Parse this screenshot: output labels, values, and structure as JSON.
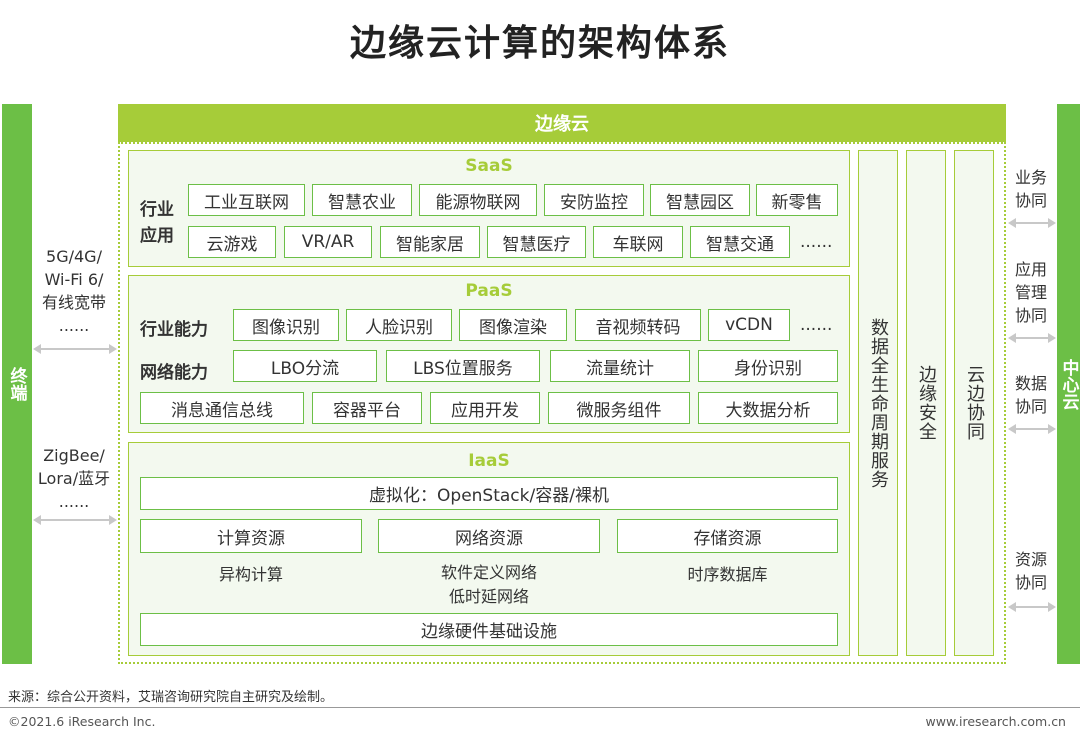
{
  "title": "边缘云计算的架构体系",
  "terminal": {
    "label": "终端",
    "group1": [
      "5G/4G/",
      "Wi-Fi 6/",
      "有线宽带",
      "......"
    ],
    "group2": [
      "ZigBee/",
      "Lora/蓝牙",
      "......"
    ]
  },
  "center_cloud": {
    "label": "中心云",
    "links": [
      [
        "业务",
        "协同"
      ],
      [
        "应用",
        "管理",
        "协同"
      ],
      [
        "数据",
        "协同"
      ],
      [
        "资源",
        "协同"
      ]
    ]
  },
  "edge": {
    "header": "边缘云",
    "saas": {
      "title": "SaaS",
      "row_label": [
        "行业",
        "应用"
      ],
      "row1": [
        "工业互联网",
        "智慧农业",
        "能源物联网",
        "安防监控",
        "智慧园区",
        "新零售"
      ],
      "row2": [
        "云游戏",
        "VR/AR",
        "智能家居",
        "智慧医疗",
        "车联网",
        "智慧交通"
      ],
      "more": "......"
    },
    "paas": {
      "title": "PaaS",
      "row1_label": "行业能力",
      "row1": [
        "图像识别",
        "人脸识别",
        "图像渲染",
        "音视频转码",
        "vCDN"
      ],
      "more": "......",
      "row2_label": "网络能力",
      "row2": [
        "LBO分流",
        "LBS位置服务",
        "流量统计",
        "身份识别"
      ],
      "row3": [
        "消息通信总线",
        "容器平台",
        "应用开发",
        "微服务组件",
        "大数据分析"
      ]
    },
    "iaas": {
      "title": "IaaS",
      "virtualization": "虚拟化：OpenStack/容器/裸机",
      "resources": [
        "计算资源",
        "网络资源",
        "存储资源"
      ],
      "compute_sub": [
        "异构计算"
      ],
      "network_sub": [
        "软件定义网络",
        "低时延网络"
      ],
      "storage_sub": [
        "时序数据库"
      ],
      "hardware": "边缘硬件基础设施"
    },
    "columns": [
      "数据全生命周期服务",
      "边缘安全",
      "云边协同"
    ]
  },
  "source": "来源：综合公开资料，艾瑞咨询研究院自主研究及绘制。",
  "copyright": "©2021.6 iResearch Inc.",
  "website": "www.iresearch.com.cn",
  "colors": {
    "green_dark": "#6cbf46",
    "green_light": "#a6cc39",
    "panel_bg": "#f3f9ef"
  }
}
